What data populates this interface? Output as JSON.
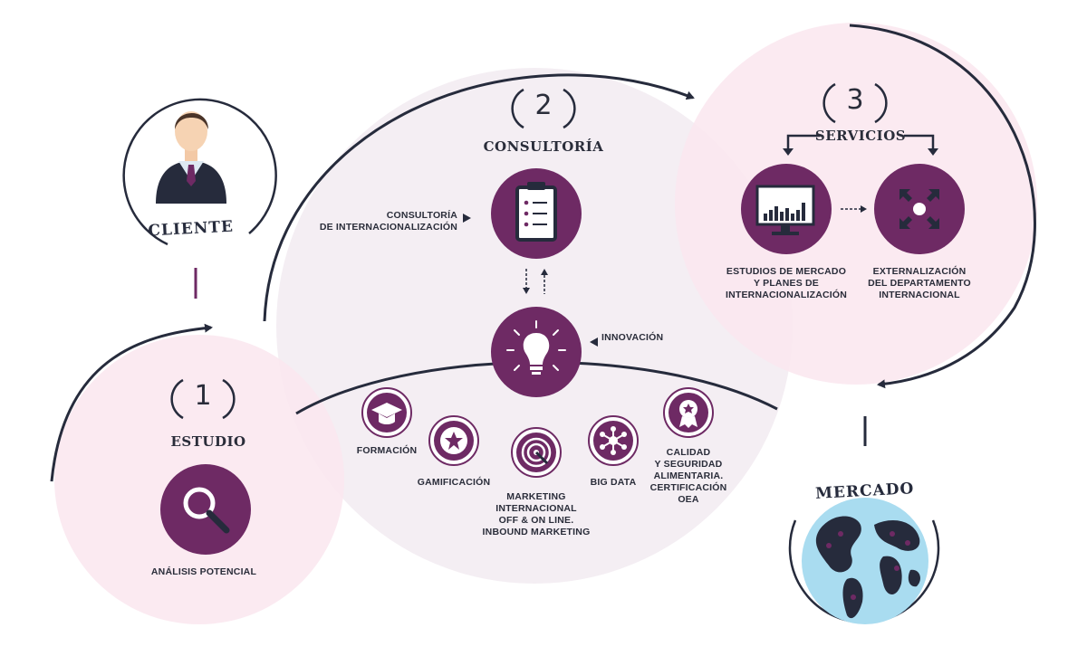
{
  "colors": {
    "purple": "#6e2a64",
    "pink": "#fae6ef",
    "lavender": "#f4eef3",
    "navy": "#262b3c",
    "ocean": "#a9dcf0"
  },
  "client": {
    "label": "CLIENTE"
  },
  "market": {
    "label": "MERCADO"
  },
  "step1": {
    "number": "1",
    "title": "ESTUDIO",
    "item": "ANÁLISIS POTENCIAL"
  },
  "step2": {
    "number": "2",
    "title": "CONSULTORÍA",
    "consulting_label": "CONSULTORÍA\nDE INTERNACIONALIZACIÓN",
    "innovation_label": "INNOVACIÓN",
    "services": [
      {
        "label": "FORMACIÓN",
        "icon": "graduation-cap-icon"
      },
      {
        "label": "GAMIFICACIÓN",
        "icon": "star-icon"
      },
      {
        "label": "MARKETING\nINTERNACIONAL\nOFF & ON LINE.\nINBOUND MARKETING",
        "icon": "target-icon"
      },
      {
        "label": "BIG DATA",
        "icon": "network-icon"
      },
      {
        "label": "CALIDAD\nY SEGURIDAD\nALIMENTARIA.\nCERTIFICACIÓN\nOEA",
        "icon": "award-icon"
      }
    ]
  },
  "step3": {
    "number": "3",
    "title": "SERVICIOS",
    "market_studies": "ESTUDIOS DE MERCADO\nY PLANES DE\nINTERNACIONALIZACIÓN",
    "outsourcing": "EXTERNALIZACIÓN\nDEL DEPARTAMENTO\nINTERNACIONAL"
  }
}
